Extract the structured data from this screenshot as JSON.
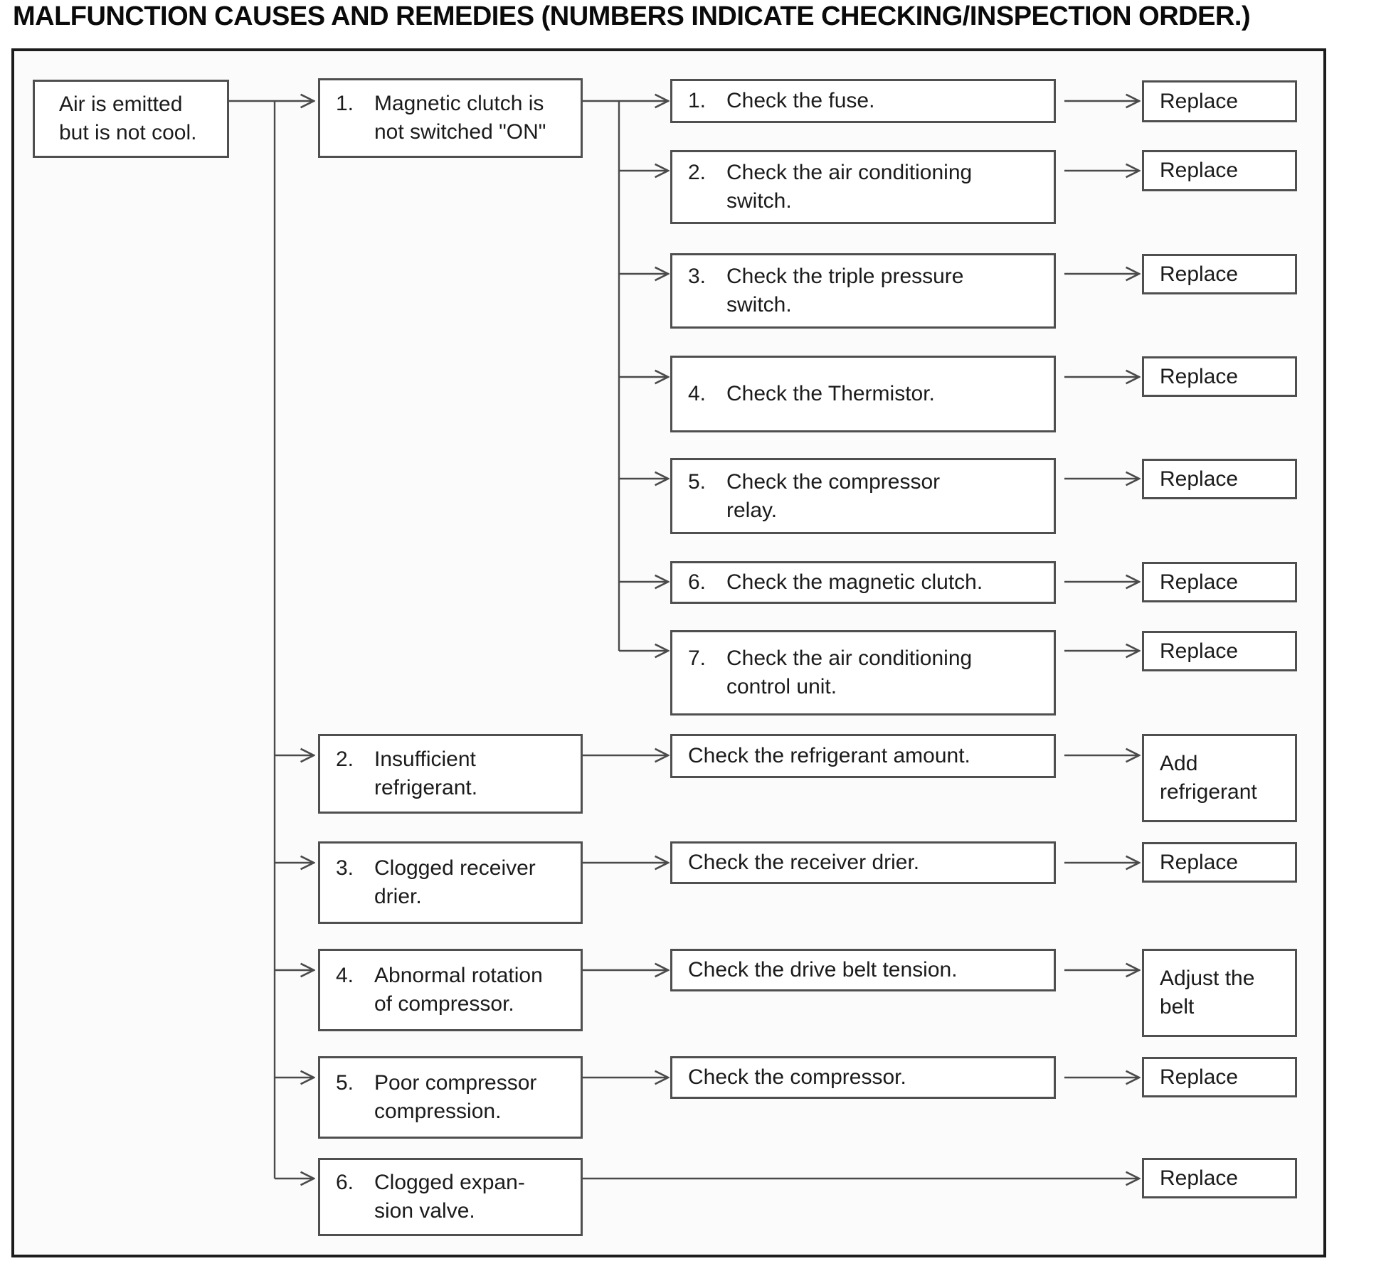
{
  "title": "MALFUNCTION CAUSES AND REMEDIES (NUMBERS INDICATE CHECKING/INSPECTION ORDER.)",
  "symptom": {
    "label": "Air is emitted\nbut is not cool."
  },
  "causes": [
    {
      "num": "1.",
      "label": "Magnetic clutch is\nnot switched \"ON\""
    },
    {
      "num": "2.",
      "label": "Insufficient\nrefrigerant."
    },
    {
      "num": "3.",
      "label": "Clogged receiver\ndrier."
    },
    {
      "num": "4.",
      "label": "Abnormal rotation\nof compressor."
    },
    {
      "num": "5.",
      "label": "Poor compressor\ncompression."
    },
    {
      "num": "6.",
      "label": "Clogged expan-\nsion valve."
    }
  ],
  "checks": [
    {
      "num": "1.",
      "label": "Check the fuse.",
      "remedy": "Replace"
    },
    {
      "num": "2.",
      "label": "Check the air conditioning\nswitch.",
      "remedy": "Replace"
    },
    {
      "num": "3.",
      "label": "Check the triple pressure\nswitch.",
      "remedy": "Replace"
    },
    {
      "num": "4.",
      "label": "Check the Thermistor.",
      "remedy": "Replace"
    },
    {
      "num": "5.",
      "label": "Check the compressor\nrelay.",
      "remedy": "Replace"
    },
    {
      "num": "6.",
      "label": "Check the magnetic clutch.",
      "remedy": "Replace"
    },
    {
      "num": "7.",
      "label": "Check the air conditioning\ncontrol unit.",
      "remedy": "Replace"
    },
    {
      "label": "Check the refrigerant amount.",
      "remedy": "Add\nrefrigerant"
    },
    {
      "label": "Check the receiver drier.",
      "remedy": "Replace"
    },
    {
      "label": "Check the drive belt tension.",
      "remedy": "Adjust the\nbelt"
    },
    {
      "label": "Check the compressor.",
      "remedy": "Replace"
    },
    {
      "remedy": "Replace"
    }
  ],
  "colors": {
    "line": "#4a4a4a",
    "box_border": "#4f4f4f",
    "frame_border": "#1c1c1c"
  }
}
